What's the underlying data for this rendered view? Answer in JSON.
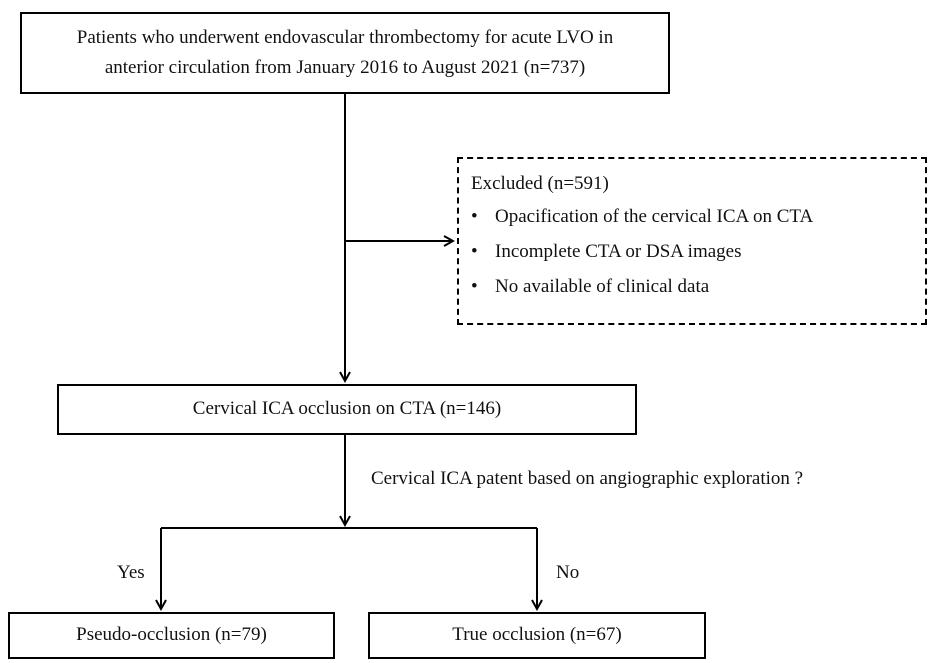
{
  "top_box": {
    "line1": "Patients who underwent endovascular thrombectomy for acute LVO in",
    "line2": "anterior circulation from January 2016 to August 2021  (n=737)"
  },
  "excluded_box": {
    "title": "Excluded (n=591)",
    "items": [
      "Opacification of the cervical ICA on CTA",
      "Incomplete CTA or DSA images",
      "No available of clinical data"
    ]
  },
  "mid_box": {
    "text": "Cervical ICA occlusion on CTA (n=146)"
  },
  "question": {
    "text": "Cervical ICA patent based on angiographic exploration ?"
  },
  "branch_labels": {
    "yes": "Yes",
    "no": "No"
  },
  "outcome_boxes": {
    "pseudo": "Pseudo-occlusion (n=79)",
    "true": "True occlusion (n=67)"
  },
  "colors": {
    "line": "#000000",
    "background": "#ffffff"
  }
}
